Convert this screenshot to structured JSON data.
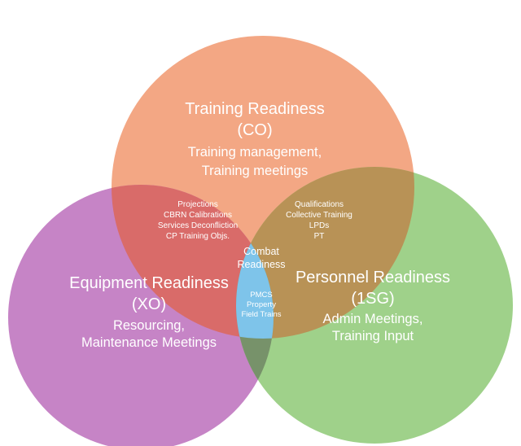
{
  "circles": {
    "training": {
      "title": [
        "Training Readiness",
        "(CO)"
      ],
      "details": [
        "Training management,",
        "Training meetings"
      ],
      "color": "#f3a784"
    },
    "equipment": {
      "title": [
        "Equipment Readiness",
        "(XO)"
      ],
      "details": [
        "Resourcing,",
        "Maintenance Meetings"
      ],
      "color": "#c684c6"
    },
    "personnel": {
      "title": [
        "Personnel Readiness",
        "(1SG)"
      ],
      "details": [
        "Admin Meetings,",
        "Training Input"
      ],
      "color": "#9fd18a"
    }
  },
  "overlaps": {
    "training_equipment": {
      "items": [
        "Projections",
        "CBRN Calibrations",
        "Services Deconfliction",
        "CP Training Objs."
      ],
      "color": "#d96b69"
    },
    "training_personnel": {
      "items": [
        "Qualifications",
        "Collective Training",
        "LPDs",
        "PT"
      ],
      "color": "#b89256"
    },
    "equipment_personnel": {
      "items": [
        "PMCS",
        "Property",
        "Field Trains"
      ],
      "color": "#77926a"
    },
    "center": {
      "label": [
        "Combat",
        "Readiness"
      ],
      "color": "#7ec4ea"
    }
  }
}
